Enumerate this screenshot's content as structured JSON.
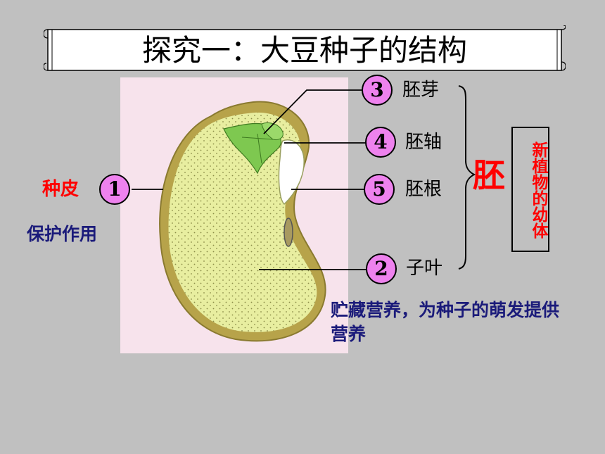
{
  "title": "探究一：大豆种子的结构",
  "labels": {
    "seed_coat": "种皮",
    "seed_coat_function": "保护作用",
    "plumule": "胚芽",
    "hypocotyl": "胚轴",
    "radicle": "胚根",
    "cotyledon": "子叶",
    "cotyledon_function": "贮藏营养，为种子的萌发提供营养",
    "embryo": "胚",
    "embryo_note": "新植物的幼体"
  },
  "numbers": {
    "seed_coat": "1",
    "cotyledon": "2",
    "plumule": "3",
    "hypocotyl": "4",
    "radicle": "5"
  },
  "colors": {
    "background": "#c0c0c0",
    "specimen_bg": "#f7e3ec",
    "circle_fill": "#ee82ee",
    "red_text": "#ff0000",
    "blue_text": "#1b1b7a",
    "seed_fill": "#e8eea0",
    "seed_coat": "#b7a34a",
    "plumule_green": "#7ec850"
  }
}
